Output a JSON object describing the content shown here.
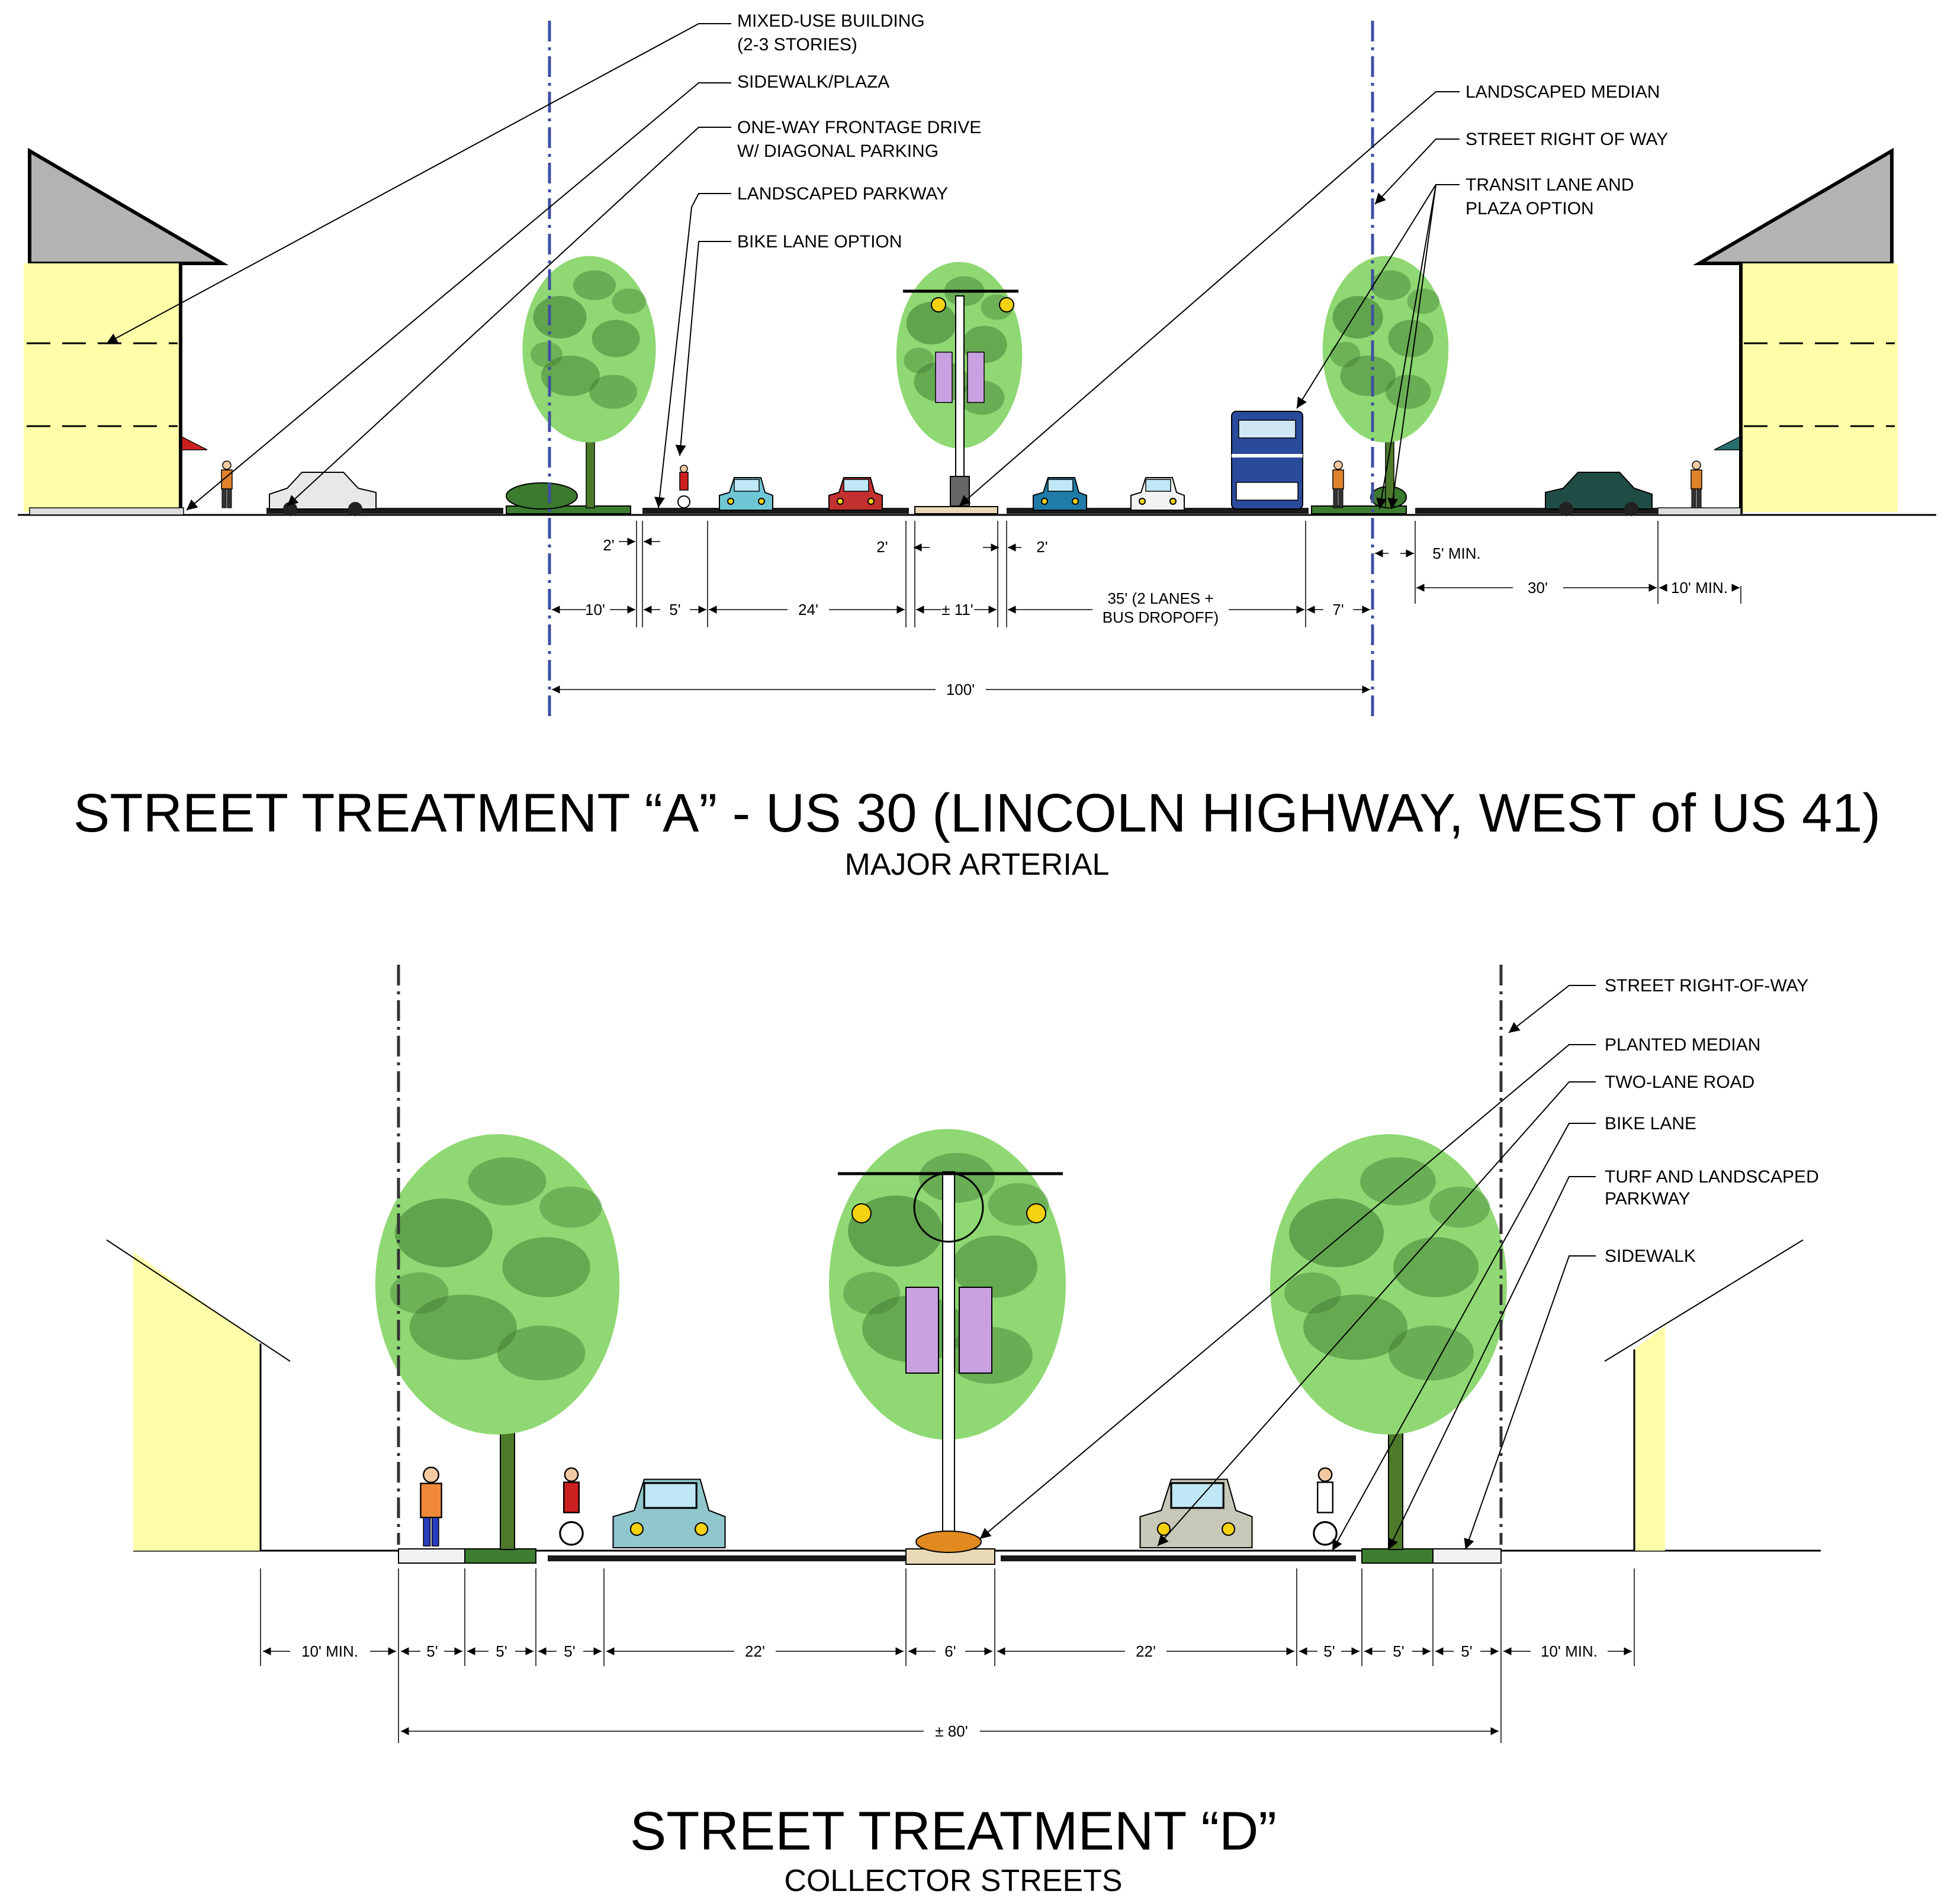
{
  "colors": {
    "building_wall": "#ffffaa",
    "roof": "#b3b3b3",
    "row_line": "#3f4fa0",
    "tree_canopy": "#8fd873",
    "tree_canopy_dark": "#3c7a30",
    "trunk": "#4d7a2a",
    "banner": "#c9a0e0",
    "lamp": "#f4d20f",
    "road": "#1a1a1a",
    "parkway": "#3d7d2f",
    "median": "#ead9b6",
    "bus": "#2a4a9c",
    "awning_red": "#cc1f1f",
    "awning_teal": "#2a6f6f"
  },
  "section_a": {
    "callouts_left": [
      {
        "line1": "MIXED-USE BUILDING",
        "line2": "(2-3 STORIES)"
      },
      {
        "line1": "SIDEWALK/PLAZA",
        "line2": ""
      },
      {
        "line1": "ONE-WAY FRONTAGE DRIVE",
        "line2": "W/ DIAGONAL PARKING"
      },
      {
        "line1": "LANDSCAPED PARKWAY",
        "line2": ""
      },
      {
        "line1": "BIKE LANE OPTION",
        "line2": ""
      }
    ],
    "callouts_right": [
      {
        "line1": "LANDSCAPED MEDIAN",
        "line2": ""
      },
      {
        "line1": "STREET RIGHT OF WAY",
        "line2": ""
      },
      {
        "line1": "TRANSIT LANE AND",
        "line2": "PLAZA OPTION"
      }
    ],
    "dims": {
      "top_2a": "2'",
      "top_2b": "2'",
      "top_2c": "2'",
      "d10": "10'",
      "d5": "5'",
      "d24": "24'",
      "d11": "± 11'",
      "d35_line1": "35' (2 LANES +",
      "d35_line2": "BUS DROPOFF)",
      "d7": "7'",
      "d5min": "5' MIN.",
      "d30": "30'",
      "d10min": "10' MIN.",
      "total": "100'"
    },
    "title": "STREET TREATMENT “A” - US 30 (LINCOLN HIGHWAY, WEST of US 41)",
    "subtitle": "MAJOR ARTERIAL"
  },
  "section_d": {
    "callouts": [
      {
        "line1": "STREET RIGHT-OF-WAY",
        "line2": ""
      },
      {
        "line1": "PLANTED MEDIAN",
        "line2": ""
      },
      {
        "line1": "TWO-LANE ROAD",
        "line2": ""
      },
      {
        "line1": "BIKE LANE",
        "line2": ""
      },
      {
        "line1": "TURF AND LANDSCAPED",
        "line2": "PARKWAY"
      },
      {
        "line1": "SIDEWALK",
        "line2": ""
      }
    ],
    "dims": {
      "l10min": "10' MIN.",
      "l5a": "5'",
      "l5b": "5'",
      "l5c": "5'",
      "l22": "22'",
      "c6": "6'",
      "r22": "22'",
      "r5a": "5'",
      "r5b": "5'",
      "r5c": "5'",
      "r10min": "10' MIN.",
      "total": "± 80'"
    },
    "title": "STREET TREATMENT “D”",
    "subtitle": "COLLECTOR STREETS"
  }
}
